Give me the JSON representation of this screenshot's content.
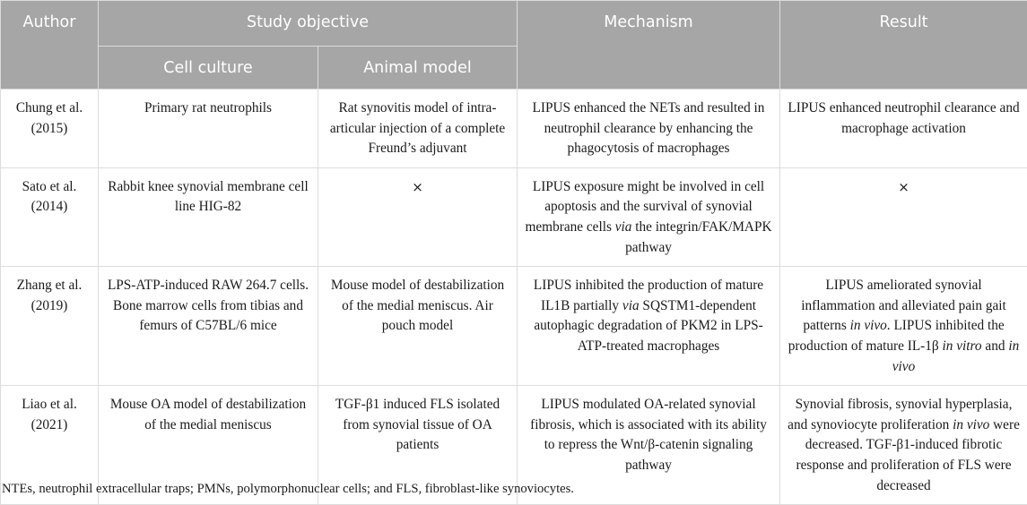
{
  "header": {
    "author": "Author",
    "study_objective": "Study objective",
    "mechanism": "Mechanism",
    "result": "Result",
    "cell_culture": "Cell culture",
    "animal_model": "Animal model"
  },
  "rows": [
    {
      "author": "Chung et al. (2015)",
      "cell_culture": "Primary rat neutrophils",
      "animal_model": "Rat synovitis model of intra-articular injection of a complete Freund’s adjuvant",
      "mechanism": "LIPUS enhanced the NETs and resulted in neutrophil clearance by enhancing the phagocytosis of macrophages",
      "result": "LIPUS enhanced neutrophil clearance and macrophage activation"
    },
    {
      "author": "Sato et al. (2014)",
      "cell_culture": "Rabbit knee synovial membrane cell line HIG-82",
      "animal_model": "×",
      "mechanism_parts": [
        "LIPUS exposure might be involved in cell apoptosis and the survival of synovial membrane cells ",
        "via",
        " the integrin/FAK/MAPK pathway"
      ],
      "result": "×"
    },
    {
      "author": "Zhang et al. (2019)",
      "cell_culture": "LPS-ATP-induced RAW 264.7 cells. Bone marrow cells from tibias and femurs of C57BL/6 mice",
      "animal_model": "Mouse model of destabilization of the medial meniscus. Air pouch model",
      "mechanism_parts": [
        "LIPUS inhibited the production of mature IL1B partially ",
        "via",
        " SQSTM1-dependent autophagic degradation of PKM2 in LPS-ATP-treated macrophages"
      ],
      "result_parts": [
        "LIPUS ameliorated synovial inflammation and alleviated pain gait patterns ",
        "in vivo",
        ". LIPUS inhibited the production of mature IL-1β ",
        "in vitro",
        " and ",
        "in vivo"
      ]
    },
    {
      "author": "Liao et al. (2021)",
      "cell_culture": "Mouse OA model of destabilization of the medial meniscus",
      "animal_model": "TGF-β1 induced FLS isolated from synovial tissue of OA patients",
      "mechanism": "LIPUS modulated OA-related synovial fibrosis, which is associated with its ability to repress the Wnt/β-catenin signaling pathway",
      "result_parts": [
        "Synovial fibrosis, synovial hyperplasia, and synoviocyte proliferation ",
        "in vivo",
        " were decreased. TGF-β1-induced fibrotic response and proliferation of FLS were decreased"
      ]
    }
  ],
  "footnote": "NTEs, neutrophil extracellular traps; PMNs, polymorphonuclear cells; and FLS, fibroblast-like synoviocytes."
}
